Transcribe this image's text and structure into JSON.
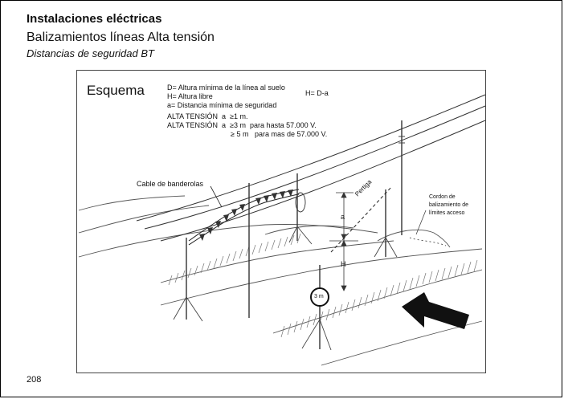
{
  "header": {
    "title": "Instalaciones eléctricas",
    "subtitle": "Balizamientos líneas Alta tensión",
    "section": "Distancias de seguridad BT"
  },
  "page_number": "208",
  "diagram": {
    "heading": "Esquema",
    "legend": [
      "D= Altura mínima de la línea al suelo",
      "H= Altura libre",
      "a= Distancia mínima de seguridad"
    ],
    "formula": "H= D-a",
    "rules": [
      {
        "label": "ALTA TENSIÓN",
        "var": "a",
        "value": "≥1 m.",
        "note": ""
      },
      {
        "label": "ALTA TENSIÓN",
        "var": "a",
        "value": "≥3 m",
        "note": "para hasta 57.000 V."
      },
      {
        "label": "",
        "var": "",
        "value": "≥ 5 m",
        "note": "para mas de  57.000 V."
      }
    ],
    "labels": {
      "cable": "Cable de banderolas",
      "pole": "Pertiga",
      "dim_a": "a",
      "dim_h": "H",
      "sign": "3 m",
      "cordon": [
        "Cordon de",
        "balizamiento de",
        "límites acceso"
      ]
    }
  }
}
